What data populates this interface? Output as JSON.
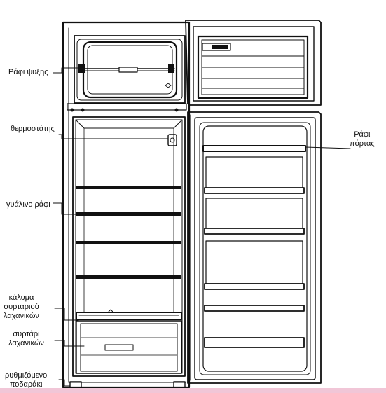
{
  "labels": {
    "freezer_shelf": "Ράφι ψυξης",
    "thermostat": "θερμοστάτης",
    "glass_shelf": "γυάλινο ράφι",
    "crisper_cover_1": "κάλυμα",
    "crisper_cover_2": "συρταριού",
    "crisper_cover_3": "λαχανικών",
    "crisper_1": "συρτάρι",
    "crisper_2": "λαχανικών",
    "feet_1": "ρυθμιζόμενο",
    "feet_2": "ποδαράκι",
    "door_shelf_1": "Ράφι",
    "door_shelf_2": "πόρτας"
  }
}
